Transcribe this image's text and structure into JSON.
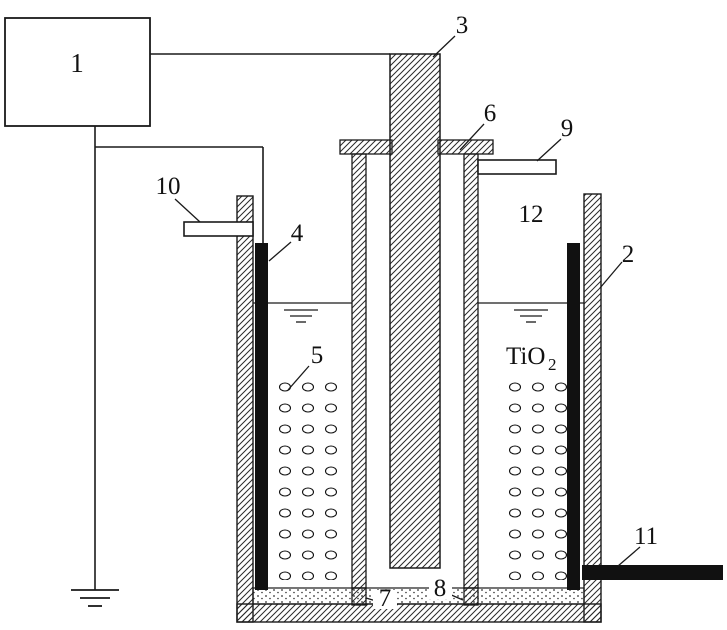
{
  "figure": {
    "callouts": {
      "c1": "1",
      "c2": "2",
      "c3": "3",
      "c4": "4",
      "c5": "5",
      "c6": "6",
      "c7": "7",
      "c8": "8",
      "c9": "9",
      "c10": "10",
      "c11": "11",
      "c12": "12"
    },
    "annotations": {
      "tio2_base": "TiO",
      "tio2_sub": "2"
    },
    "colors": {
      "line": "#1a1a1a",
      "electrode": "#111111",
      "background": "#ffffff"
    }
  }
}
